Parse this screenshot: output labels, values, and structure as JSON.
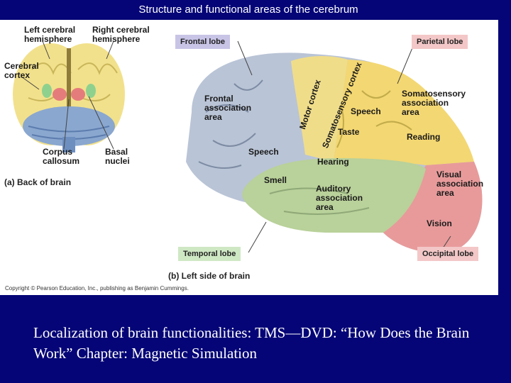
{
  "slide": {
    "title": "Structure and functional areas of the cerebrum",
    "caption": "Localization of brain functionalities:  TMS—DVD:  “How Does the Brain Work”  Chapter:  Magnetic Simulation"
  },
  "figure_a": {
    "labels": {
      "left_hemisphere": "Left cerebral\nhemisphere",
      "right_hemisphere": "Right cerebral\nhemisphere",
      "cerebral_cortex": "Cerebral\ncortex",
      "corpus_callosum": "Corpus\ncallosum",
      "basal_nuclei": "Basal\nnuclei"
    },
    "caption": "(a) Back of brain"
  },
  "figure_b": {
    "lobes": {
      "frontal": "Frontal lobe",
      "parietal": "Parietal lobe",
      "temporal": "Temporal lobe",
      "occipital": "Occipital lobe"
    },
    "areas": {
      "frontal_association": "Frontal\nassociation\narea",
      "motor_cortex": "Motor cortex",
      "somatosensory_cortex": "Somatosensory cortex",
      "speech_parietal": "Speech",
      "somatosensory_association": "Somatosensory\nassociation\narea",
      "taste": "Taste",
      "reading": "Reading",
      "speech_frontal": "Speech",
      "hearing": "Hearing",
      "smell": "Smell",
      "auditory_association": "Auditory\nassociation\narea",
      "visual_association": "Visual\nassociation\narea",
      "vision": "Vision"
    },
    "caption": "(b) Left side of brain"
  },
  "copyright": "Copyright © Pearson Education, Inc., publishing as Benjamin Cummings.",
  "colors": {
    "background": "#050577",
    "frontal": "#b9c4d6",
    "motor": "#f0dd8a",
    "parietal": "#f3d772",
    "temporal": "#b9d19a",
    "occipital": "#e89a9a",
    "cerebellum": "#8aa7cf"
  }
}
